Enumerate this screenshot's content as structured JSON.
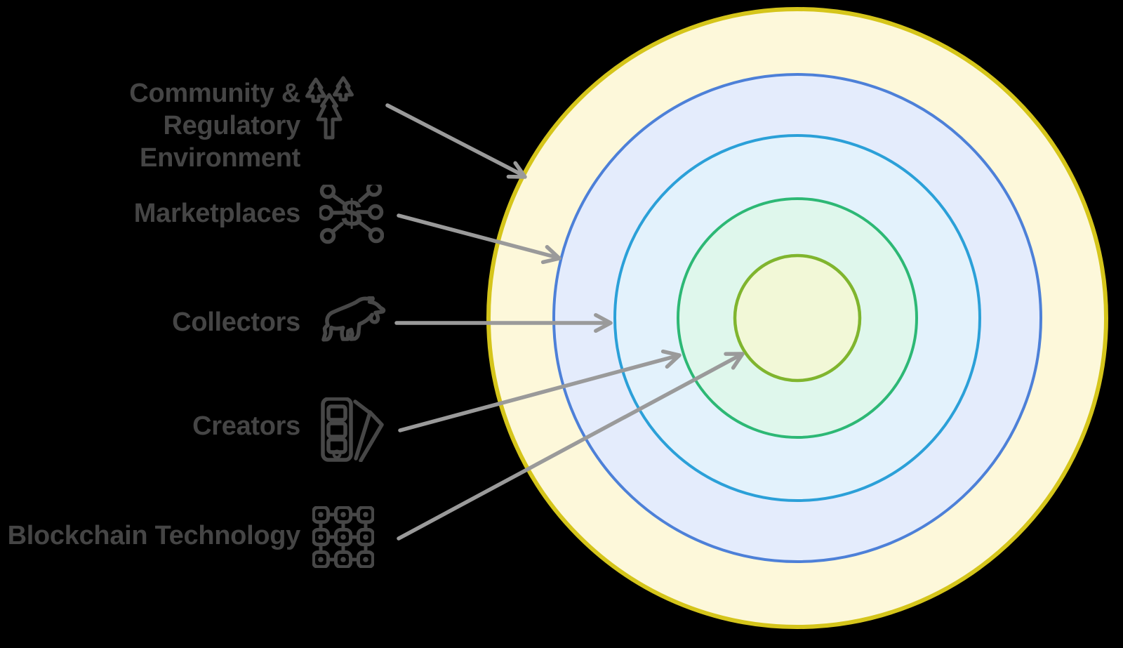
{
  "colors": {
    "background": "#000000",
    "arrow": "#9a9a9a",
    "label_text": "#454545",
    "icon": "#474747"
  },
  "labels": [
    {
      "text": "Community & Regulatory Environment",
      "lines": [
        "Community & Regulatory",
        "Environment"
      ],
      "icon": "trees-icon"
    },
    {
      "text": "Marketplaces",
      "lines": [
        "Marketplaces"
      ],
      "icon": "network-dollar-icon"
    },
    {
      "text": "Collectors",
      "lines": [
        "Collectors"
      ],
      "icon": "bear-icon"
    },
    {
      "text": "Creators",
      "lines": [
        "Creators"
      ],
      "icon": "swatches-icon"
    },
    {
      "text": "Blockchain Technology",
      "lines": [
        "Blockchain Technology"
      ],
      "icon": "blockchain-grid-icon"
    }
  ],
  "rings": [
    {
      "label": "Community & Regulatory Environment",
      "fill": "#fdf8da",
      "stroke": "#d5c51b"
    },
    {
      "label": "Marketplaces",
      "fill": "#e4ecfc",
      "stroke": "#4d80d8"
    },
    {
      "label": "Collectors",
      "fill": "#e3f2fc",
      "stroke": "#2ba0d8"
    },
    {
      "label": "Creators",
      "fill": "#dff7ec",
      "stroke": "#2db875"
    },
    {
      "label": "Blockchain Technology",
      "fill": "#f2f8d7",
      "stroke": "#80b52e"
    }
  ]
}
